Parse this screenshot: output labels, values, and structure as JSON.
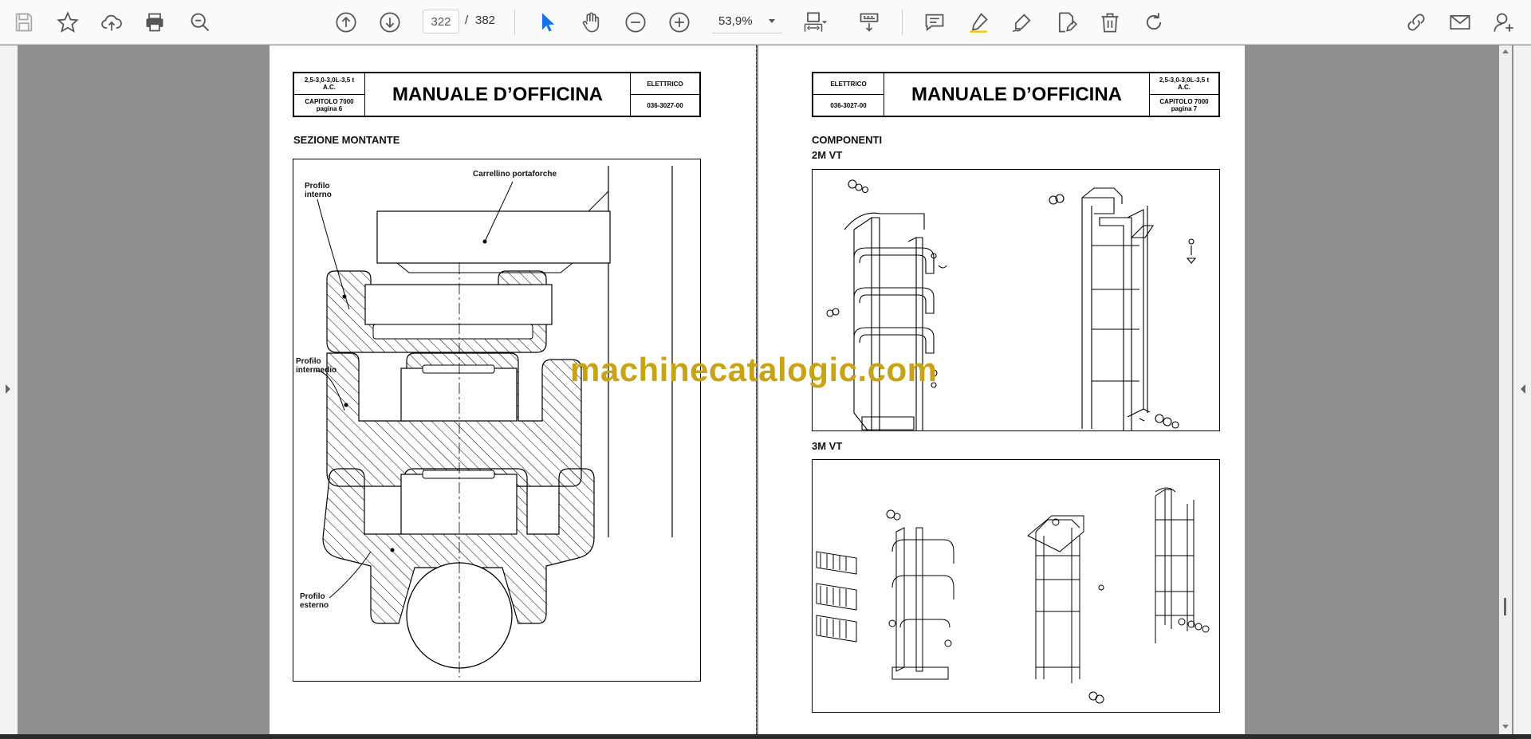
{
  "toolbar": {
    "page_current": "322",
    "page_separator": "/",
    "page_total": "382",
    "zoom": "53,9%"
  },
  "left_page": {
    "header": {
      "models": "2,5-3,0-3,0L-3,5 t\nA.C.",
      "chapter": "CAPITOLO 7000\npagina 6",
      "title": "MANUALE D’OFFICINA",
      "category": "ELETTRICO",
      "code": "036-3027-00"
    },
    "section_title": "SEZIONE MONTANTE",
    "labels": {
      "carriage": "Carrellino portaforche",
      "inner": "Profilo\ninterno",
      "middle": "Profilo\nintermedio",
      "outer": "Profilo\nesterno"
    }
  },
  "right_page": {
    "header": {
      "category": "ELETTRICO",
      "code": "036-3027-00",
      "title": "MANUALE D’OFFICINA",
      "models": "2,5-3,0-3,0L-3,5 t\nA.C.",
      "chapter": "CAPITOLO 7000\npagina 7"
    },
    "section_title": "COMPONENTI",
    "sub1": "2M VT",
    "sub2": "3M VT"
  },
  "watermark": "machinecatalogic.com",
  "colors": {
    "viewer_bg": "#8f8f8f",
    "accent": "#1473e6",
    "watermark": "#c9a317"
  }
}
